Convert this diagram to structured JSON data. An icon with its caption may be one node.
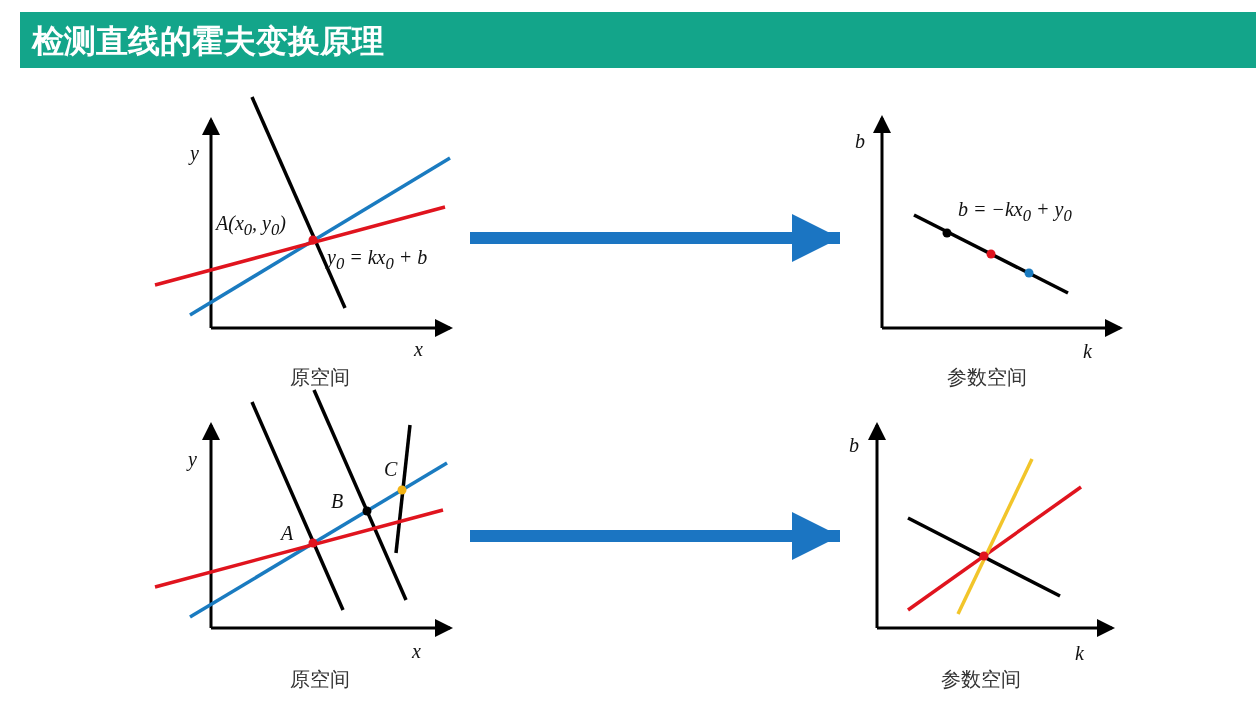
{
  "diagram": {
    "title": "检测直线的霍夫变换原理",
    "nodes": [
      {
        "text": [
          "原空间"
        ]
      },
      {
        "text": [
          "参数空间"
        ]
      },
      {
        "text": [
          "原空间"
        ]
      },
      {
        "text": [
          "参数空间"
        ]
      }
    ],
    "edges": [
      {
        "from": 0,
        "to": 1,
        "arrow": "to"
      },
      {
        "from": 2,
        "to": 3,
        "arrow": "to"
      }
    ],
    "labels": [
      "y",
      "A(x$_{0}$, y$_{0}$)",
      "y$_{0}$ = kx$_{0}$ + b",
      "x",
      "b",
      "b = −kx$_{0}$ + y$_{0}$",
      "k",
      "y",
      "C",
      "B",
      "A",
      "x",
      "b",
      "k"
    ]
  }
}
